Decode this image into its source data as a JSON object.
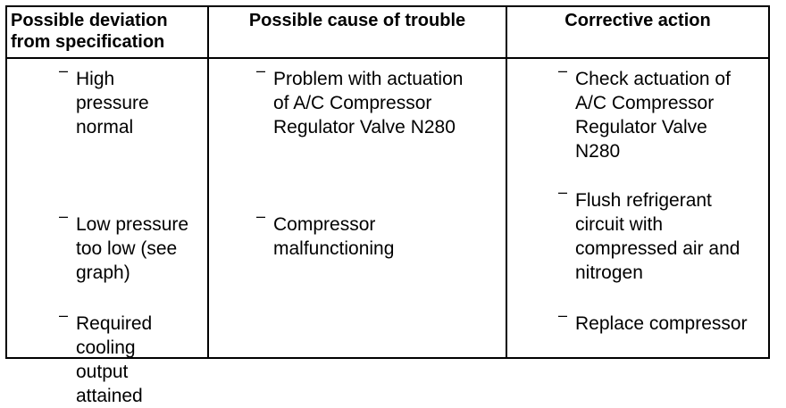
{
  "headers": {
    "deviation": "Possible deviation\nfrom specification",
    "cause": "Possible cause of trouble",
    "action": "Corrective action"
  },
  "bullet": "–",
  "deviation_items": [
    "High\npressure\nnormal",
    "Low pressure\ntoo low (see\ngraph)",
    "Required\ncooling\noutput\nattained"
  ],
  "cause_items": [
    "Problem with actuation\nof A/C Compressor\nRegulator Valve N280",
    "Compressor\nmalfunctioning"
  ],
  "action_items": [
    "Check actuation of\nA/C Compressor\nRegulator Valve\nN280",
    "Flush refrigerant\ncircuit with\ncompressed air and\nnitrogen",
    "Replace compressor"
  ]
}
